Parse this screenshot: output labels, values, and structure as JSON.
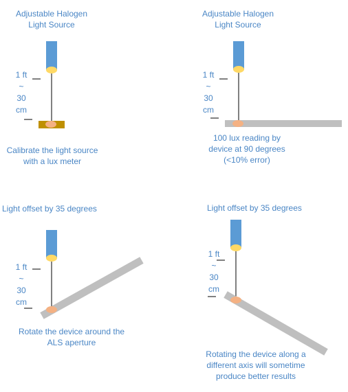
{
  "panels": {
    "calibrate": {
      "title": [
        "Adjustable Halogen",
        "Light Source"
      ],
      "distance": [
        "1 ft",
        "~",
        "30",
        "cm"
      ],
      "caption": [
        "Calibrate the light source",
        "with a lux meter"
      ]
    },
    "reading": {
      "title": [
        "Adjustable Halogen",
        "Light Source"
      ],
      "distance": [
        "1 ft",
        "~",
        "30",
        "cm"
      ],
      "caption": [
        "100 lux reading by",
        "device at 90 degrees",
        "(<10% error)"
      ]
    },
    "rotate_aperture": {
      "title": "Light offset by 35 degrees",
      "distance": [
        "1 ft",
        "~",
        "30",
        "cm"
      ],
      "caption": [
        "Rotate the device around the",
        "ALS aperture"
      ]
    },
    "rotate_axis": {
      "title": "Light offset by 35 degrees",
      "distance": [
        "1 ft",
        "~",
        "30",
        "cm"
      ],
      "caption": [
        "Rotating the device along a",
        "different axis will sometime",
        "produce better results"
      ]
    }
  },
  "colors": {
    "text": "#4a86c5",
    "lamp": "#5b9bd5",
    "bulb": "#ffd966",
    "sensor": "#f4b183",
    "lux_meter": "#bf9000",
    "device": "#bfbfbf",
    "line": "#000000"
  }
}
